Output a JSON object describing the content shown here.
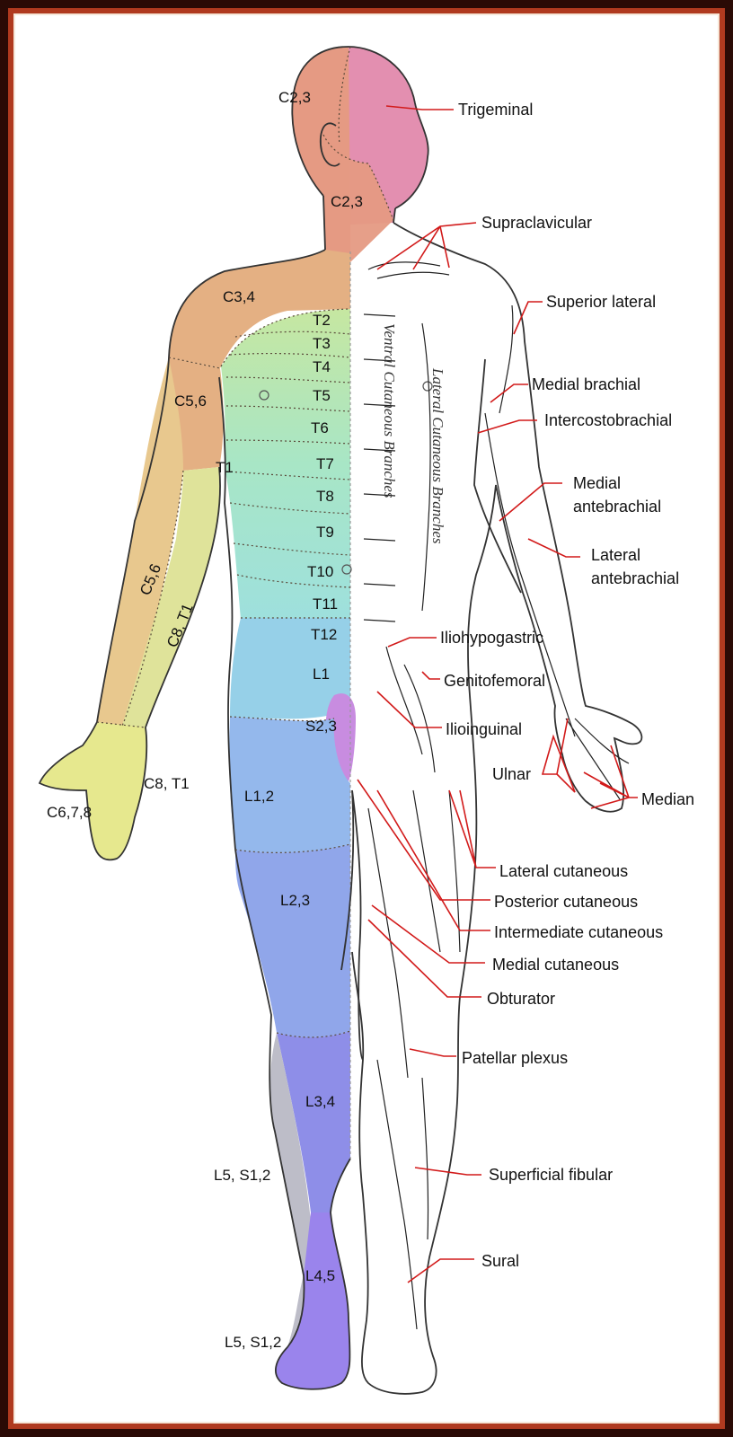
{
  "colors": {
    "frame": "#b03a1f",
    "trigeminal": "#e38fb0",
    "cervical_head": "#e59a83",
    "cervical_shoulder": "#e4b083",
    "thoracic_upper": "#c6e7a1",
    "thoracic_mid": "#a8e6c6",
    "thoracic_low": "#9ee0dd",
    "lumbar_L1": "#96d0e8",
    "lumbar_L12": "#94b8ec",
    "lumbar_L23": "#90a6ea",
    "lumbar_L34": "#8e8ee8",
    "lumbar_L45": "#9a84ec",
    "sacral_S23": "#c88ce0",
    "sacral_L5S12": "#bdbdc8",
    "arm_C56": "#e8c88e",
    "arm_C8T1": "#dfe39a",
    "hand": "#e6e88e",
    "leader": "#d21a1a"
  },
  "vertical_text": {
    "ventral": "Ventral Cutaneous Branches",
    "lateral": "Lateral Cutaneous Branches"
  },
  "dermatome_labels": [
    {
      "id": "c23-head",
      "text": "C2,3"
    },
    {
      "id": "c23-neck",
      "text": "C2,3"
    },
    {
      "id": "c34",
      "text": "C3,4"
    },
    {
      "id": "t2",
      "text": "T2"
    },
    {
      "id": "t3",
      "text": "T3"
    },
    {
      "id": "t4",
      "text": "T4"
    },
    {
      "id": "t5",
      "text": "T5"
    },
    {
      "id": "c56-shoulder",
      "text": "C5,6"
    },
    {
      "id": "t6",
      "text": "T6"
    },
    {
      "id": "t1",
      "text": "T1"
    },
    {
      "id": "t7",
      "text": "T7"
    },
    {
      "id": "t8",
      "text": "T8"
    },
    {
      "id": "t9",
      "text": "T9"
    },
    {
      "id": "c56-arm",
      "text": "C5,6"
    },
    {
      "id": "t10",
      "text": "T10"
    },
    {
      "id": "c8t1-arm",
      "text": "C8, T1"
    },
    {
      "id": "t11",
      "text": "T11"
    },
    {
      "id": "t12",
      "text": "T12"
    },
    {
      "id": "l1",
      "text": "L1"
    },
    {
      "id": "s23",
      "text": "S2,3"
    },
    {
      "id": "c8t1-hand",
      "text": "C8, T1"
    },
    {
      "id": "l12",
      "text": "L1,2"
    },
    {
      "id": "c678",
      "text": "C6,7,8"
    },
    {
      "id": "l23",
      "text": "L2,3"
    },
    {
      "id": "l34",
      "text": "L3,4"
    },
    {
      "id": "l5s12-a",
      "text": "L5, S1,2"
    },
    {
      "id": "l45",
      "text": "L4,5"
    },
    {
      "id": "l5s12-b",
      "text": "L5, S1,2"
    }
  ],
  "nerve_labels": [
    {
      "id": "trigeminal",
      "lines": [
        "Trigeminal"
      ]
    },
    {
      "id": "supraclavicular",
      "lines": [
        "Supraclavicular"
      ]
    },
    {
      "id": "superior-lateral",
      "lines": [
        "Superior lateral"
      ]
    },
    {
      "id": "medial-brachial",
      "lines": [
        "Medial brachial"
      ]
    },
    {
      "id": "intercostobrachial",
      "lines": [
        "Intercostobrachial"
      ]
    },
    {
      "id": "medial-antebrachial",
      "lines": [
        "Medial",
        "antebrachial"
      ]
    },
    {
      "id": "lateral-antebrachial",
      "lines": [
        "Lateral",
        "antebrachial"
      ]
    },
    {
      "id": "iliohypogastric",
      "lines": [
        "Iliohypogastric"
      ]
    },
    {
      "id": "genitofemoral",
      "lines": [
        "Genitofemoral"
      ]
    },
    {
      "id": "ilioinguinal",
      "lines": [
        "Ilioinguinal"
      ]
    },
    {
      "id": "ulnar",
      "lines": [
        "Ulnar"
      ]
    },
    {
      "id": "median",
      "lines": [
        "Median"
      ]
    },
    {
      "id": "lateral-cutaneous",
      "lines": [
        "Lateral cutaneous"
      ]
    },
    {
      "id": "posterior-cutaneous",
      "lines": [
        "Posterior cutaneous"
      ]
    },
    {
      "id": "intermediate-cutaneous",
      "lines": [
        "Intermediate cutaneous"
      ]
    },
    {
      "id": "medial-cutaneous",
      "lines": [
        "Medial cutaneous"
      ]
    },
    {
      "id": "obturator",
      "lines": [
        "Obturator"
      ]
    },
    {
      "id": "patellar-plexus",
      "lines": [
        "Patellar plexus"
      ]
    },
    {
      "id": "superficial-fibular",
      "lines": [
        "Superficial fibular"
      ]
    },
    {
      "id": "sural",
      "lines": [
        "Sural"
      ]
    }
  ]
}
